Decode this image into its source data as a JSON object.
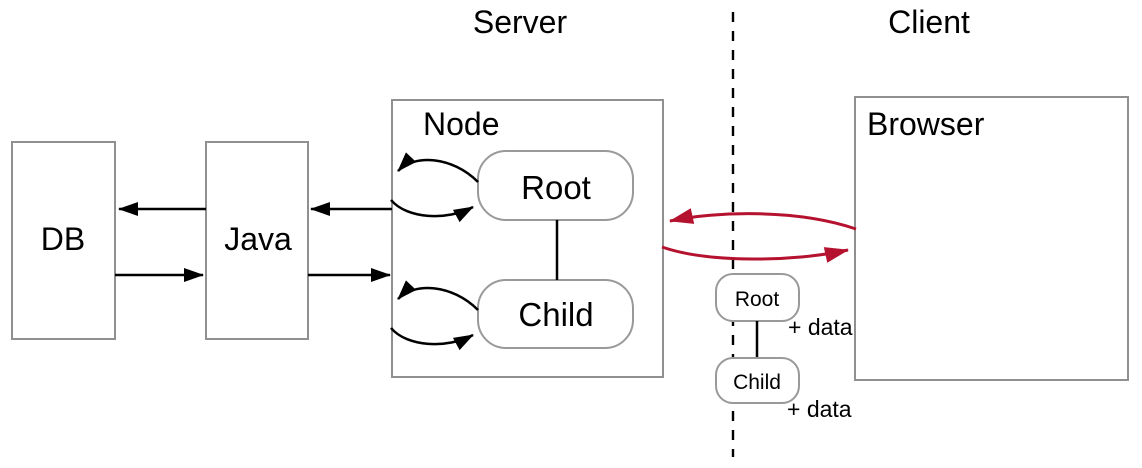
{
  "diagram": {
    "titles": {
      "server": "Server",
      "client": "Client"
    },
    "server_side": {
      "db_label": "DB",
      "java_label": "Java",
      "node_label": "Node",
      "root_label": "Root",
      "child_label": "Child"
    },
    "client_side": {
      "browser_label": "Browser",
      "root_label": "Root",
      "child_label": "Child",
      "root_data_label": "+ data",
      "child_data_label": "+ data"
    },
    "colors": {
      "box_border": "#909090",
      "line": "#000000",
      "transfer_arrow": "#b5122f",
      "background": "#ffffff"
    }
  }
}
